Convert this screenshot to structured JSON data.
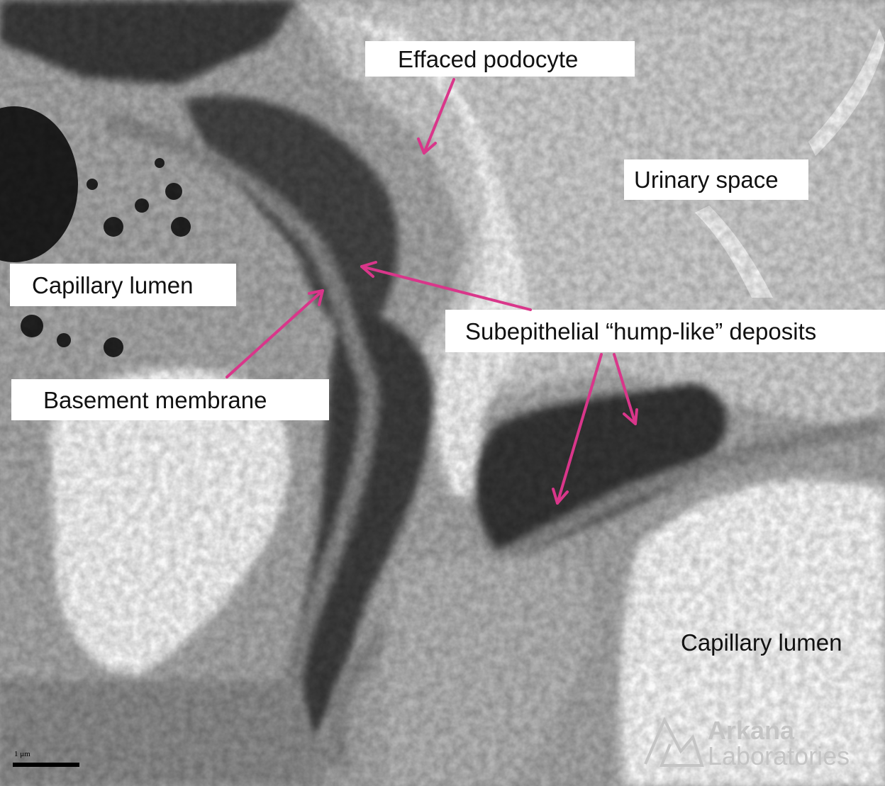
{
  "labels": {
    "effaced_podocyte": "Effaced podocyte",
    "urinary_space": "Urinary space",
    "capillary_lumen_left": "Capillary lumen",
    "subepithelial_deposits": "Subepithelial “hump-like” deposits",
    "basement_membrane": "Basement membrane",
    "capillary_lumen_right": "Capillary lumen"
  },
  "scale_bar": {
    "text": "1 μm"
  },
  "watermark": {
    "line1": "Arkana",
    "line2": "Laboratories"
  },
  "colors": {
    "arrow": "#d9368a",
    "label_bg": "#ffffff"
  }
}
